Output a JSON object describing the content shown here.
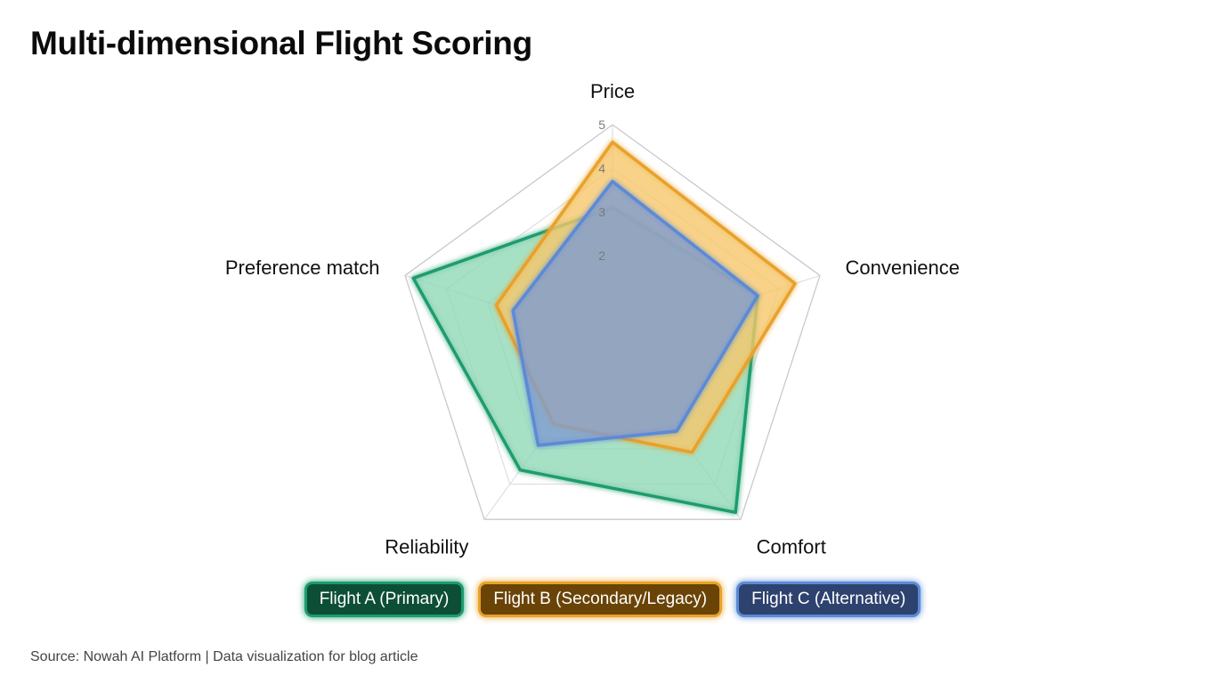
{
  "title": "Multi-dimensional Flight Scoring",
  "source": "Source: Nowah AI Platform | Data visualization for blog article",
  "chart_data": {
    "type": "radar",
    "axes": [
      "Price",
      "Convenience",
      "Comfort",
      "Reliability",
      "Preference match"
    ],
    "r_ticks": [
      "2",
      "3",
      "4",
      "5"
    ],
    "rlim": [
      0,
      5
    ],
    "grid": true,
    "legend_position": "bottom-center",
    "series": [
      {
        "name": "Flight A (Primary)",
        "values": [
          3.1,
          3.5,
          4.8,
          3.6,
          4.8
        ],
        "color": "#1a9d6e",
        "fill": "#8fd9b7",
        "legend_bg": "#0d4e37"
      },
      {
        "name": "Flight B (Secondary/Legacy)",
        "values": [
          4.6,
          4.4,
          3.1,
          2.3,
          2.8
        ],
        "color": "#e8a12a",
        "fill": "#f5c76a",
        "legend_bg": "#6a4407"
      },
      {
        "name": "Flight C (Alternative)",
        "values": [
          3.7,
          3.5,
          2.5,
          2.9,
          2.4
        ],
        "color": "#5b8ad6",
        "fill": "#7f9bd0",
        "legend_bg": "#2d426e"
      }
    ]
  }
}
